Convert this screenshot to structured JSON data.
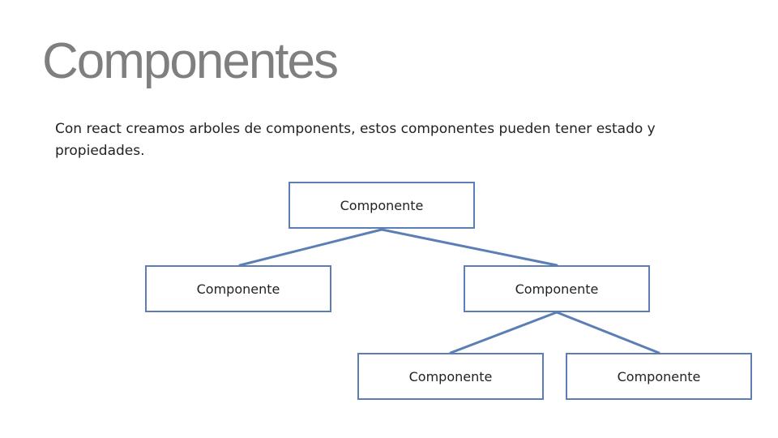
{
  "slide": {
    "title": "Componentes",
    "body": "Con react creamos arboles de components, estos componentes pueden tener estado y propiedades."
  },
  "tree": {
    "colors": {
      "node_border": "#5b7fb5",
      "connector": "#5b7fb5",
      "title": "#7f7f7f"
    },
    "nodes": [
      {
        "id": "root",
        "label": "Componente"
      },
      {
        "id": "left",
        "label": "Componente"
      },
      {
        "id": "right",
        "label": "Componente"
      },
      {
        "id": "bottom-left",
        "label": "Componente"
      },
      {
        "id": "bottom-right",
        "label": "Componente"
      }
    ],
    "edges": [
      {
        "from": "root",
        "to": "left"
      },
      {
        "from": "root",
        "to": "right"
      },
      {
        "from": "right",
        "to": "bottom-left"
      },
      {
        "from": "right",
        "to": "bottom-right"
      }
    ]
  }
}
